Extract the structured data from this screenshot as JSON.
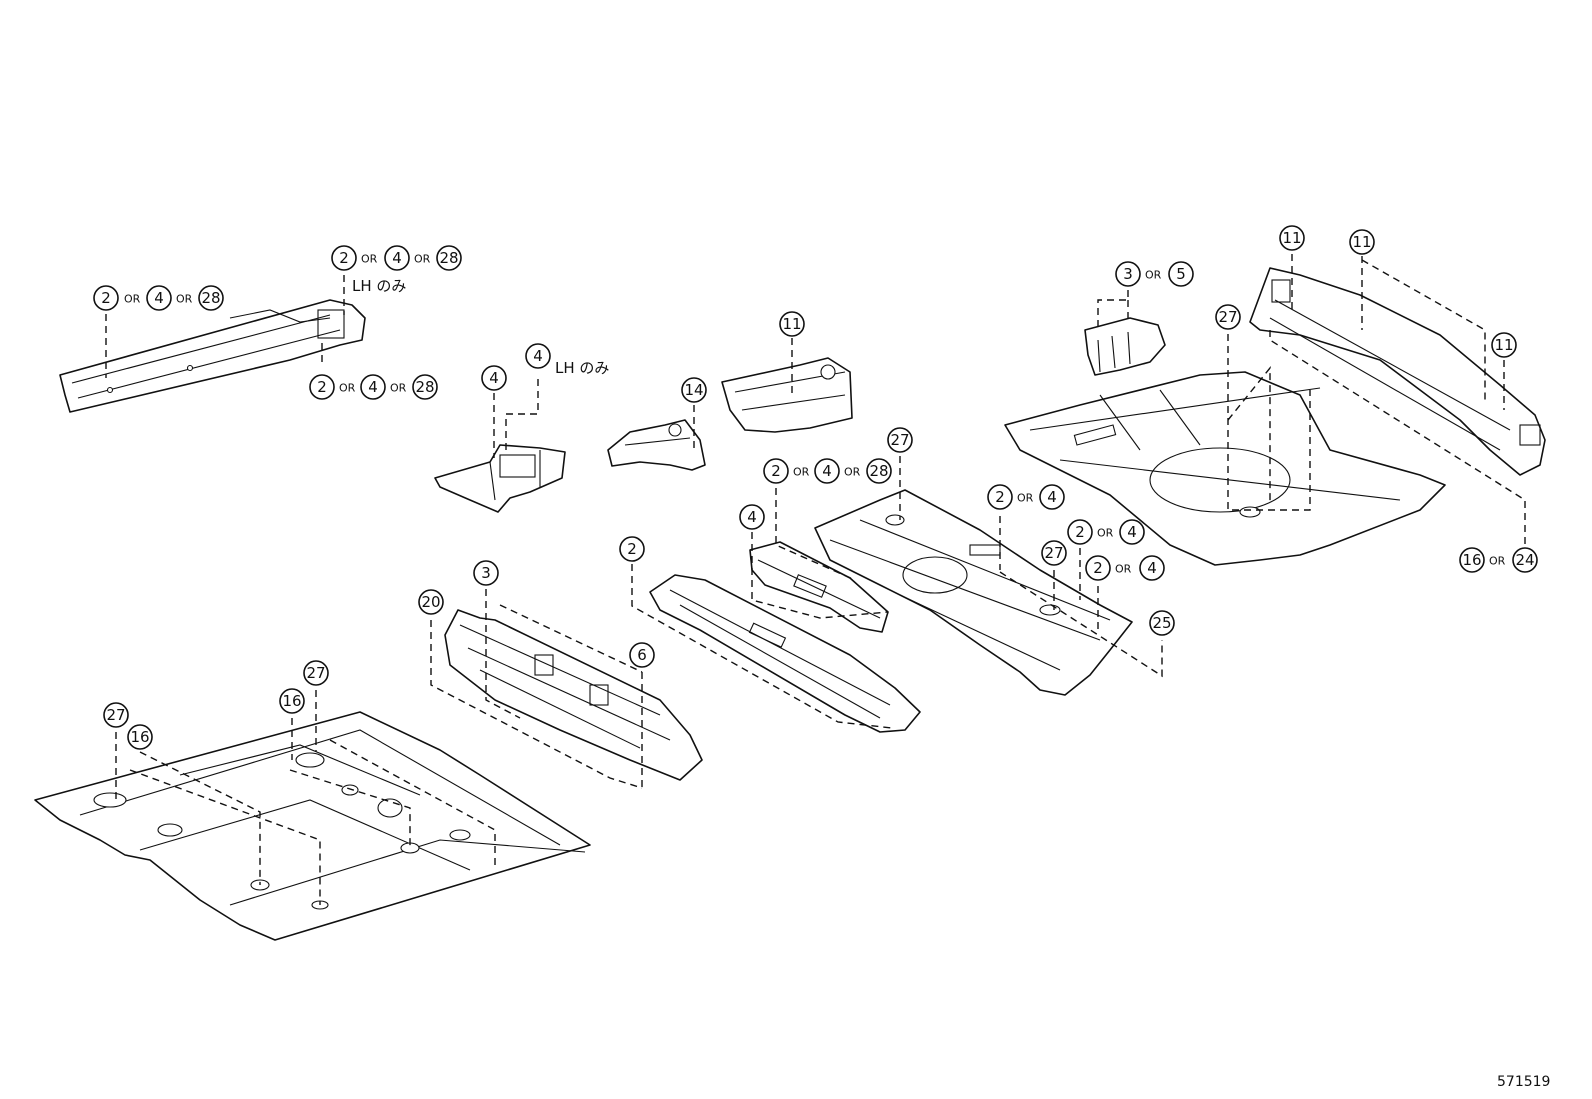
{
  "diagram": {
    "figure_id": "571519",
    "connector": "OR",
    "note_lh_only": "LH のみ",
    "callouts": {
      "c2": "2",
      "c3": "3",
      "c4": "4",
      "c5": "5",
      "c6": "6",
      "c11": "11",
      "c14": "14",
      "c16": "16",
      "c20": "20",
      "c24": "24",
      "c25": "25",
      "c27": "27",
      "c28": "28"
    }
  }
}
